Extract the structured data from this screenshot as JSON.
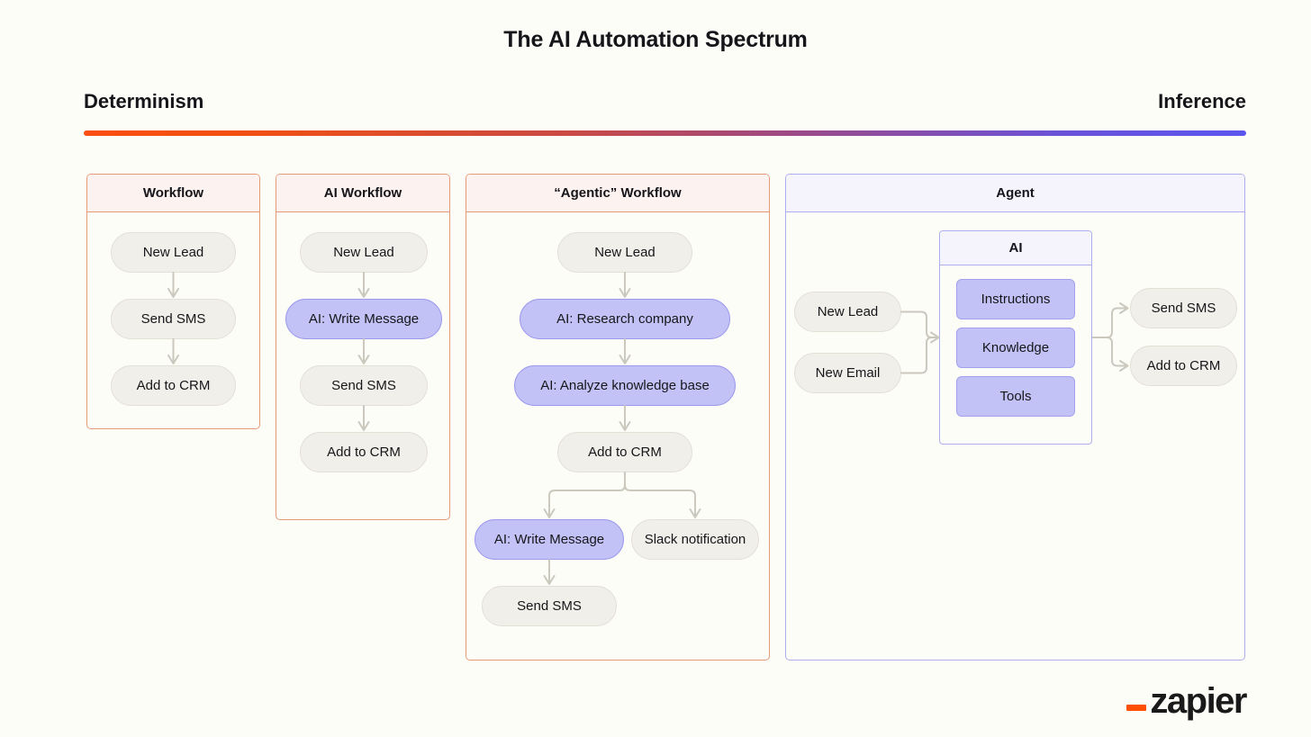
{
  "title": "The AI Automation Spectrum",
  "spectrum": {
    "left_label": "Determinism",
    "right_label": "Inference",
    "gradient_start": "#fa4f12",
    "gradient_end": "#5b55ef"
  },
  "colors": {
    "background": "#fdfdf8",
    "panel_border_orange": "#e79a78",
    "panel_header_pink": "#fcf2ef",
    "panel_border_purple": "#aeaeee",
    "panel_header_lavender": "#f5f4fd",
    "node_fill": "#f1efe9",
    "node_border": "#e3e0d6",
    "ai_node_fill": "#c3c2f7",
    "ai_node_border": "#9b99ec",
    "connector": "#cbc8bd",
    "brand_orange": "#ff4f00"
  },
  "panels": [
    {
      "id": "workflow",
      "header": "Workflow",
      "nodes": [
        {
          "label": "New Lead",
          "ai": false
        },
        {
          "label": "Send SMS",
          "ai": false
        },
        {
          "label": "Add to CRM",
          "ai": false
        }
      ]
    },
    {
      "id": "ai-workflow",
      "header": "AI Workflow",
      "nodes": [
        {
          "label": "New Lead",
          "ai": false
        },
        {
          "label": "AI: Write Message",
          "ai": true
        },
        {
          "label": "Send SMS",
          "ai": false
        },
        {
          "label": "Add to CRM",
          "ai": false
        }
      ]
    },
    {
      "id": "agentic",
      "header": "“Agentic” Workflow",
      "nodes": [
        {
          "label": "New Lead",
          "ai": false
        },
        {
          "label": "AI: Research company",
          "ai": true
        },
        {
          "label": "AI: Analyze knowledge base",
          "ai": true
        },
        {
          "label": "Add to CRM",
          "ai": false
        },
        {
          "label": "AI: Write Message",
          "ai": true
        },
        {
          "label": "Slack notification",
          "ai": false
        },
        {
          "label": "Send SMS",
          "ai": false
        }
      ]
    },
    {
      "id": "agent",
      "header": "Agent",
      "inputs": [
        {
          "label": "New Lead"
        },
        {
          "label": "New Email"
        }
      ],
      "ai_panel": {
        "header": "AI",
        "boxes": [
          {
            "label": "Instructions"
          },
          {
            "label": "Knowledge"
          },
          {
            "label": "Tools"
          }
        ]
      },
      "outputs": [
        {
          "label": "Send SMS"
        },
        {
          "label": "Add to CRM"
        }
      ]
    }
  ],
  "logo": {
    "word": "zapier"
  }
}
